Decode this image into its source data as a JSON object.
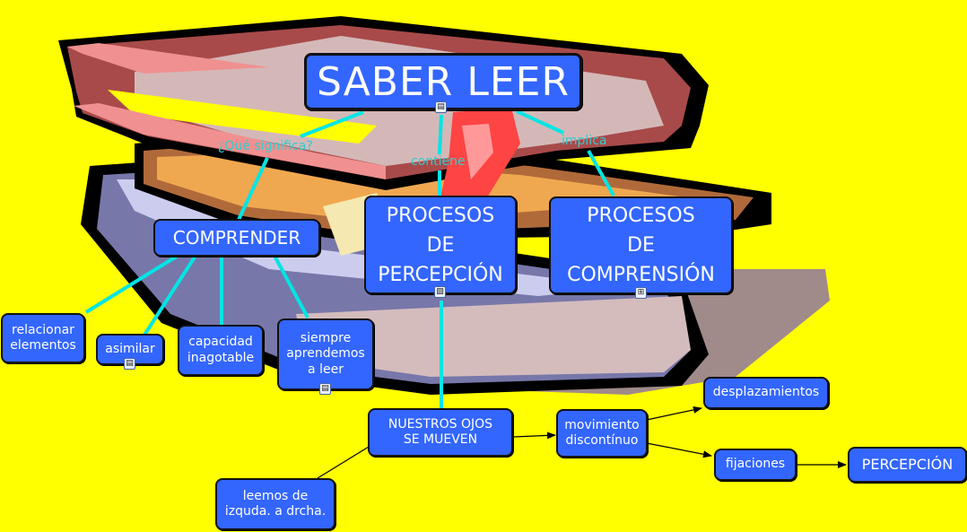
{
  "map": {
    "title": "SABER LEER",
    "nodes": {
      "comprender": "COMPRENDER",
      "procesos_percepcion": "PROCESOS\nDE\nPERCEPCIÓN",
      "procesos_comprension": "PROCESOS\nDE\nCOMPRENSIÓN",
      "relacionar": "relacionar\nelementos",
      "asimilar": "asimilar",
      "capacidad": "capacidad\ninagotable",
      "siempre": "siempre\naprendemos\na leer",
      "ojos": "NUESTROS OJOS\nSE MUEVEN",
      "movimiento": "movimiento\ndiscontínuo",
      "desplazamientos": "desplazamientos",
      "fijaciones": "fijaciones",
      "percepcion": "PERCEPCIÓN",
      "leemos": "leemos de\nizquda. a drcha."
    },
    "link_labels": {
      "que_significa": "¿Qué significa?",
      "contiene": "contiene",
      "implica": "implica"
    },
    "resource_icons": {
      "title": "document-icon",
      "procesos_percepcion": "image-icon",
      "procesos_comprension": "concept-map-icon",
      "asimilar": "document-icon",
      "siempre": "document-icon"
    }
  },
  "colors": {
    "background": "#ffff00",
    "node_fill": "#3366ff",
    "node_text": "#ffffff",
    "connector": "#00e5e5",
    "link_label": "#33cccc",
    "arrow": "#000000"
  }
}
